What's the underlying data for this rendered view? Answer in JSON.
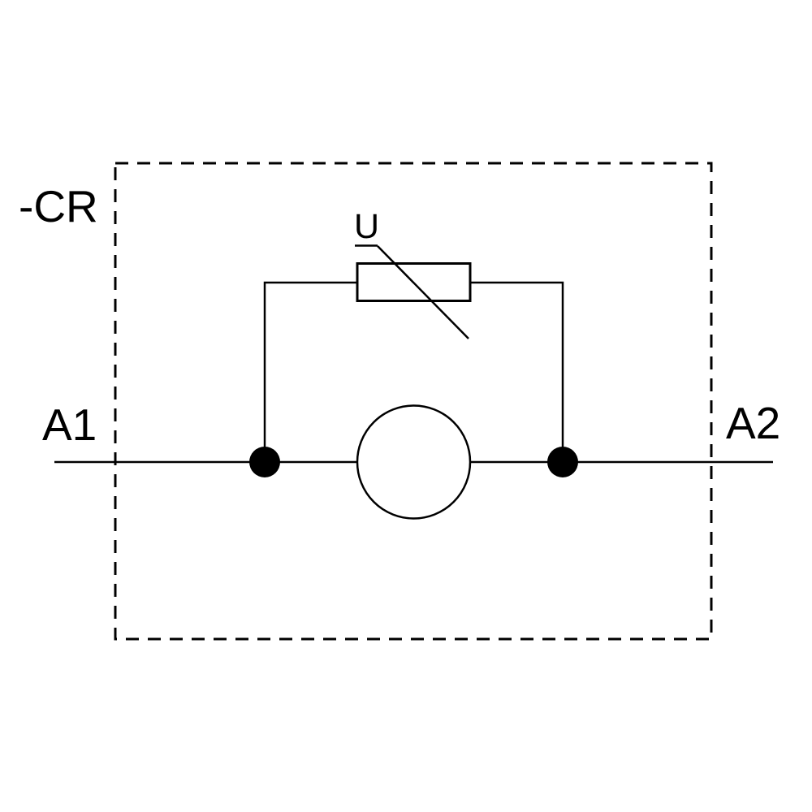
{
  "diagram": {
    "kind": "relay-coil-with-varistor-schematic",
    "component_reference": "-CR",
    "terminal_left": "A1",
    "terminal_right": "A2",
    "varistor_label": "U"
  },
  "colors": {
    "line": "#000000",
    "text": "#000000",
    "background": "#ffffff",
    "junction_fill": "#000000"
  }
}
